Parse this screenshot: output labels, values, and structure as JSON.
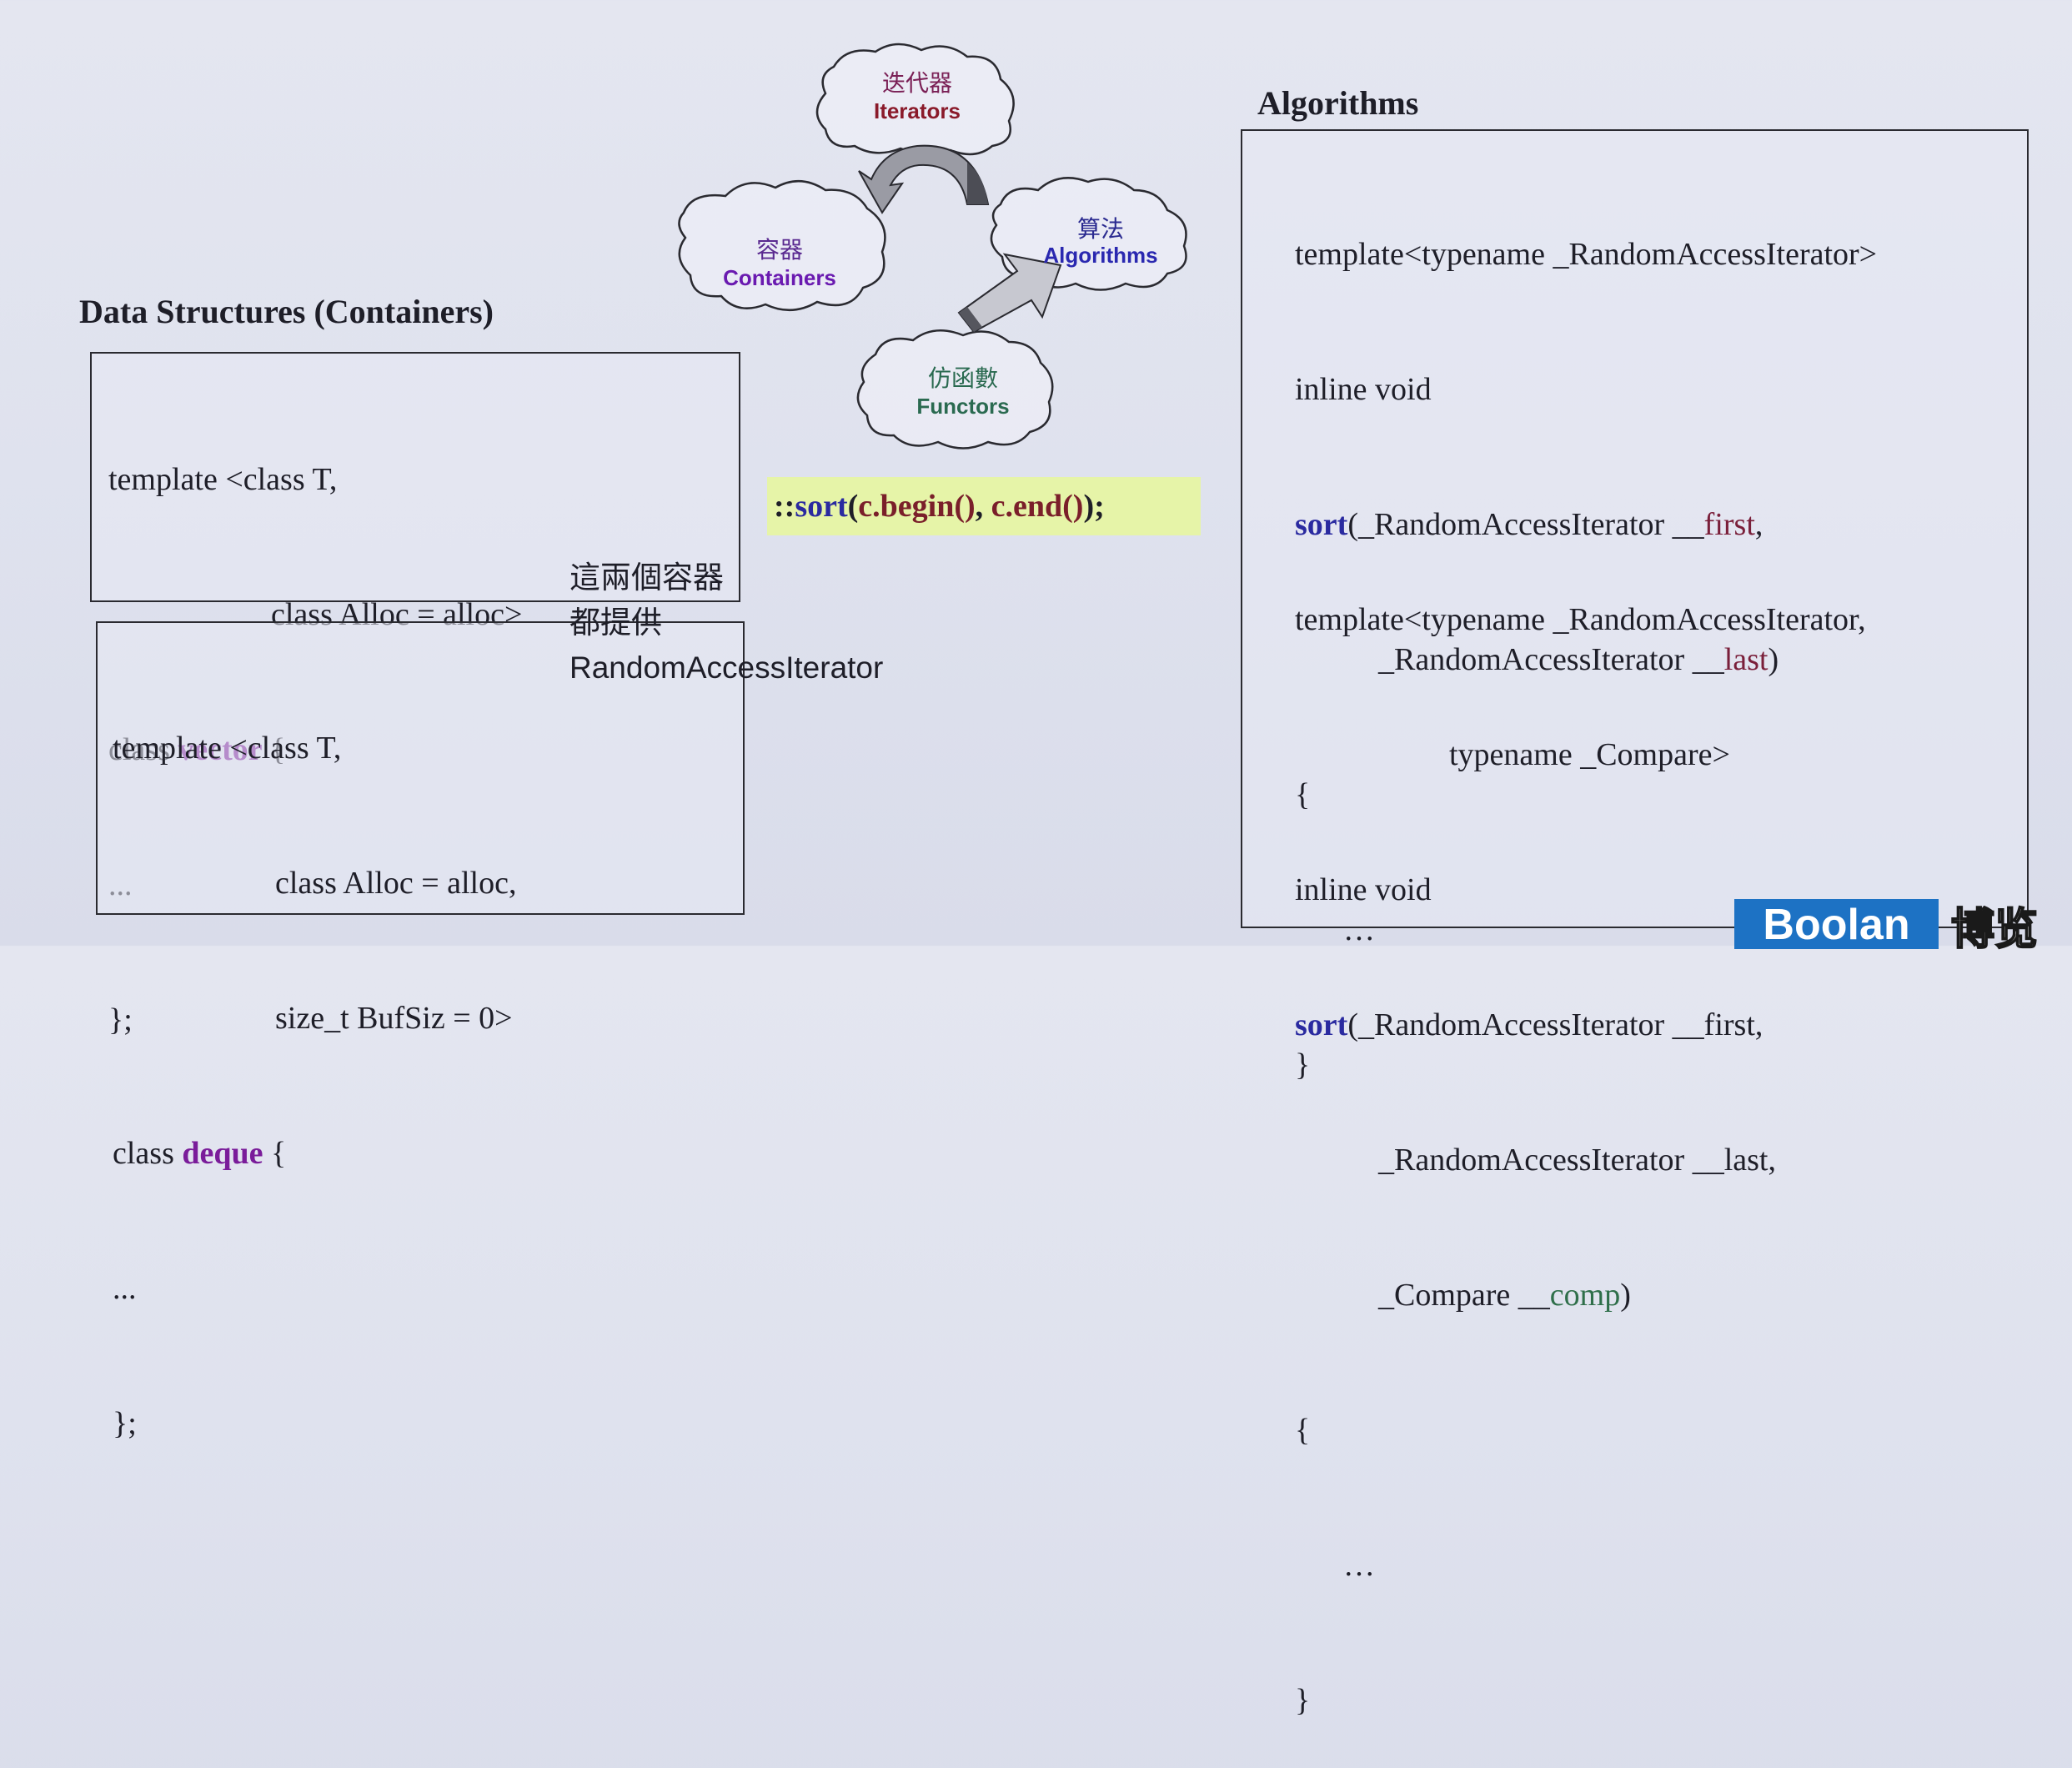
{
  "diagram": {
    "iterators": {
      "cn": "迭代器",
      "en": "Iterators"
    },
    "containers": {
      "cn": "容器",
      "en": "Containers"
    },
    "algorithms": {
      "cn": "算法",
      "en": "Algorithms"
    },
    "functors": {
      "cn": "仿函數",
      "en": "Functors"
    }
  },
  "left": {
    "heading": "Data Structures (Containers)",
    "vector": {
      "l1": "template <class T,",
      "l2": "class Alloc = alloc>",
      "l3_pre": "class ",
      "l3_kw": "vector",
      "l3_post": " {",
      "l4": "...",
      "l5": "};"
    },
    "deque": {
      "l1": "template <class T,",
      "l2": "class Alloc = alloc,",
      "l3": "size_t BufSiz = 0>",
      "l4_pre": "class ",
      "l4_kw": "deque",
      "l4_post": " {",
      "l5": "...",
      "l6": "};"
    }
  },
  "note": {
    "l1": "這兩個容器",
    "l2": "都提供",
    "l3": "RandomAccessIterator"
  },
  "sort_call": {
    "prefix": "::",
    "fn": "sort",
    "open": "(",
    "a1": "c.begin()",
    "sep": ", ",
    "a2": "c.end()",
    "close": ");"
  },
  "right": {
    "heading": "Algorithms",
    "t1": {
      "l1": "template<typename _RandomAccessIterator>",
      "l2": "inline void",
      "l3_kw": "sort",
      "l3_post": "(_RandomAccessIterator __",
      "l3_p": "first",
      "l3_end": ",",
      "l4": "_RandomAccessIterator __",
      "l4_p": "last",
      "l4_end": ")",
      "l5": "{",
      "l6": "…",
      "l7": "}"
    },
    "t2": {
      "l1": "template<typename _RandomAccessIterator,",
      "l2": "typename _Compare>",
      "l3": "inline void",
      "l4_kw": "sort",
      "l4_post": "(_RandomAccessIterator __first,",
      "l5": "_RandomAccessIterator __last,",
      "l6": "_Compare __",
      "l6_p": "comp",
      "l6_end": ")",
      "l7": "{",
      "l8": "…",
      "l9": "}"
    }
  },
  "logo": {
    "en": "Boolan",
    "cn": "博览"
  },
  "colors": {
    "accent": "#7a1c9a",
    "highlight": "#e6f4a8",
    "logo": "#1d72c4"
  }
}
